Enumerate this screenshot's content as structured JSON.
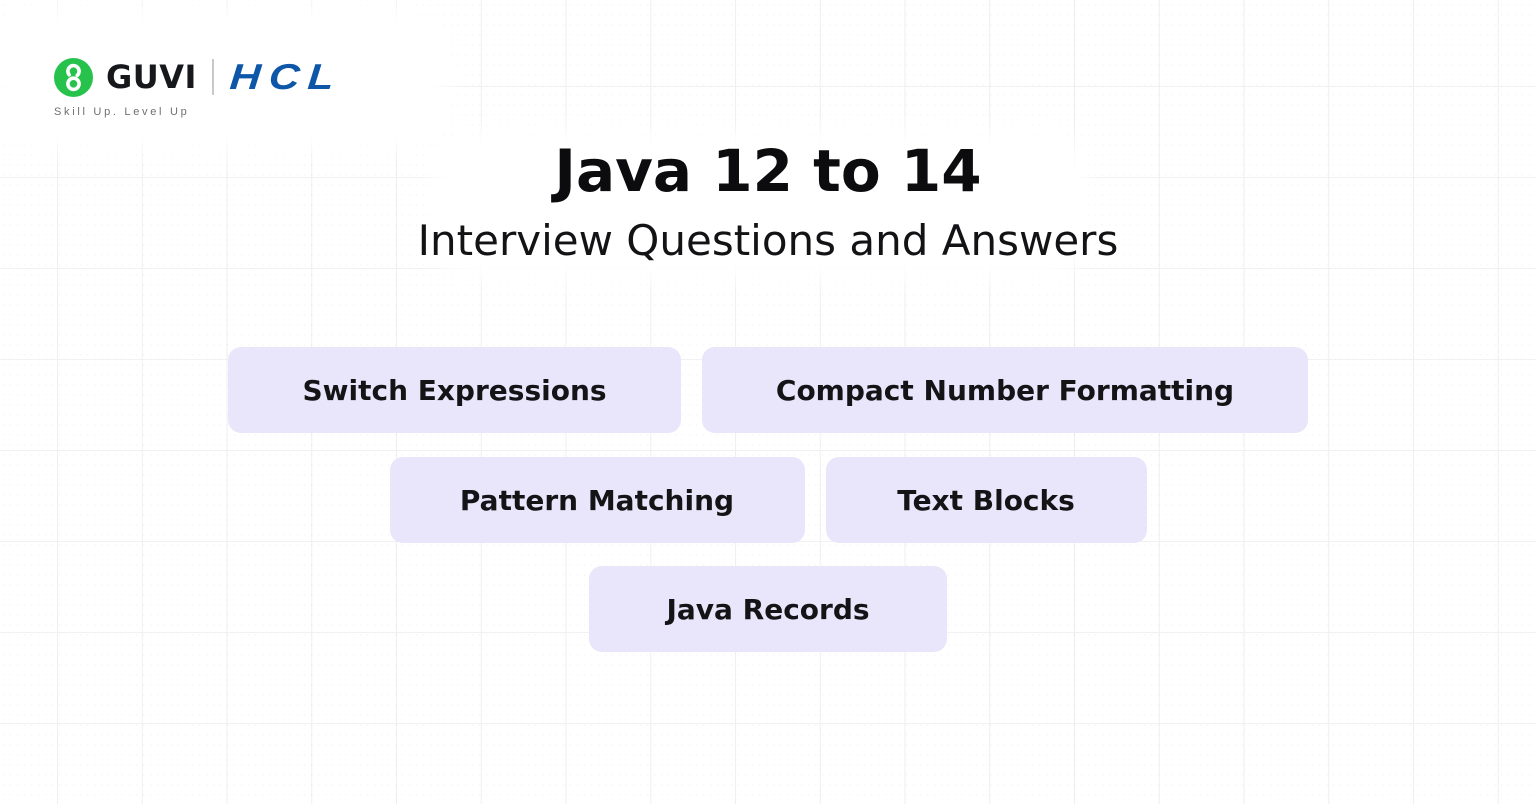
{
  "brand": {
    "guvi_wordmark": "GUVI",
    "partner_wordmark": "HCL",
    "tagline": "Skill Up. Level Up",
    "guvi_green": "#27c24b",
    "hcl_blue": "#0e57a8"
  },
  "header": {
    "title": "Java 12 to 14",
    "subtitle": "Interview Questions and Answers"
  },
  "topics": [
    {
      "label": "Switch Expressions"
    },
    {
      "label": "Compact Number Formatting"
    },
    {
      "label": "Pattern Matching"
    },
    {
      "label": "Text Blocks"
    },
    {
      "label": "Java Records"
    }
  ],
  "colors": {
    "chip_background": "#e9e5fa",
    "text": "#141417",
    "grid_line": "#efeff2"
  }
}
